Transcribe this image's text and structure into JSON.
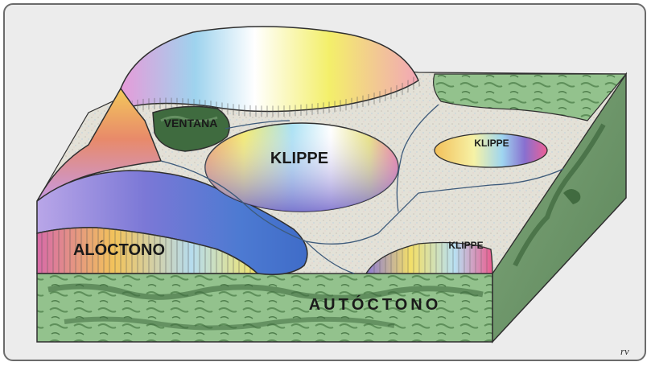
{
  "labels": {
    "ventana": "VENTANA",
    "klippe_center": "KLIPPE",
    "klippe_right": "KLIPPE",
    "klippe_bottom": "KLIPPE",
    "aloctono": "ALÓCTONO",
    "autoctono": "AUTÓCTONO"
  },
  "credit": "rv",
  "colors": {
    "frame_bg": "#ececec",
    "autoctono_green": "#8fbf8a",
    "dark_green": "#3f6b3f",
    "plain_surface": "#e2e0d6"
  }
}
